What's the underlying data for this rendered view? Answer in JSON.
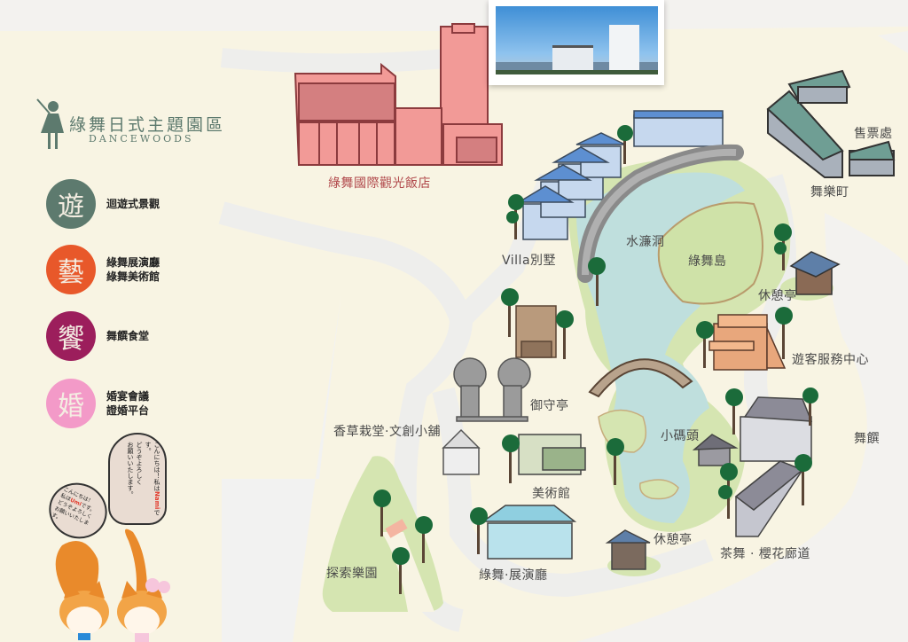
{
  "logo": {
    "title": "綠舞日式主題園區",
    "subtitle": "DANCEWOODS",
    "icon": "dancer-silhouette-icon"
  },
  "legend": [
    {
      "glyph": "遊",
      "color": "#5d7a6e",
      "lines": [
        "迴遊式景觀"
      ]
    },
    {
      "glyph": "藝",
      "color": "#e8582a",
      "lines": [
        "綠舞展演廳",
        "綠舞美術館"
      ]
    },
    {
      "glyph": "饗",
      "color": "#9c1e5c",
      "lines": [
        "舞饌食堂"
      ]
    },
    {
      "glyph": "婚",
      "color": "#f39ac8",
      "lines": [
        "婚宴會議",
        "證婚平台"
      ]
    }
  ],
  "mascots": {
    "bubble_nami": [
      "こんにちは！",
      "私は",
      "Nami",
      "です。",
      "どうぞよろしく",
      "お願いいたします。"
    ],
    "bubble_umi": [
      "こんにちは！",
      "私は",
      "Umi",
      "です。",
      "どうぞよろしく",
      "お願いいたします。"
    ],
    "name_color": "#e23a2b"
  },
  "photo": {
    "alt": "hotel-exterior-photo"
  },
  "places": {
    "hotel": "綠舞國際觀光飯店",
    "villa": "Villa別墅",
    "waterfall_cave": "水濂洞",
    "island": "綠舞島",
    "ticket_office": "售票處",
    "dance_town": "舞樂町",
    "rest_pavilion_1": "休憩亭",
    "visitor_center": "遊客服務中心",
    "shrine_pavilion": "御守亭",
    "herb_shop": "香草栽堂·文創小舖",
    "pier": "小碼頭",
    "restaurant": "舞饌",
    "art_museum": "美術館",
    "rest_pavilion_2": "休憩亭",
    "tea_corridor": "茶舞 · 櫻花廊道",
    "exploration_park": "探索樂園",
    "exhibition_hall": "綠舞·展演廳"
  },
  "colors": {
    "ground": "#f8f4e3",
    "path": "#eeeeec",
    "water": "#bfdfdd",
    "grass": "#d5e5b1",
    "hotel": "#f29a97",
    "hotel_stroke": "#8c3b3e",
    "tree": "#1b6b3a"
  }
}
